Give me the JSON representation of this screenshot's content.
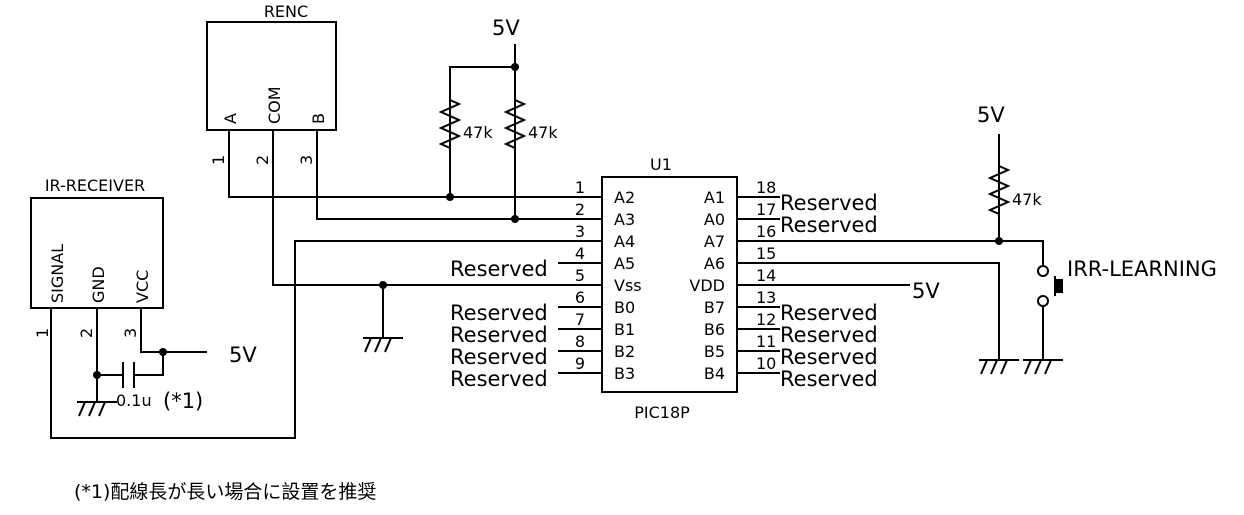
{
  "renc": {
    "ref": "RENC",
    "pins": [
      "A",
      "COM",
      "B"
    ],
    "pin_numbers": [
      "1",
      "2",
      "3"
    ]
  },
  "ir_receiver": {
    "ref": "IR-RECEIVER",
    "pins": [
      "SIGNAL",
      "GND",
      "VCC"
    ],
    "pin_numbers": [
      "1",
      "2",
      "3"
    ]
  },
  "supply_5v": "5V",
  "pullup_value": "47k",
  "capacitor": {
    "value": "0.1u",
    "note_mark": "(*1)"
  },
  "switch_label": "IRR-LEARNING",
  "mcu": {
    "ref": "U1",
    "part": "PIC18P",
    "left_pins": [
      {
        "num": "1",
        "name": "A2"
      },
      {
        "num": "2",
        "name": "A3"
      },
      {
        "num": "3",
        "name": "A4"
      },
      {
        "num": "4",
        "name": "A5"
      },
      {
        "num": "5",
        "name": "Vss"
      },
      {
        "num": "6",
        "name": "B0"
      },
      {
        "num": "7",
        "name": "B1"
      },
      {
        "num": "8",
        "name": "B2"
      },
      {
        "num": "9",
        "name": "B3"
      }
    ],
    "right_pins": [
      {
        "num": "18",
        "name": "A1"
      },
      {
        "num": "17",
        "name": "A0"
      },
      {
        "num": "16",
        "name": "A7"
      },
      {
        "num": "15",
        "name": "A6"
      },
      {
        "num": "14",
        "name": "VDD"
      },
      {
        "num": "13",
        "name": "B7"
      },
      {
        "num": "12",
        "name": "B6"
      },
      {
        "num": "11",
        "name": "B5"
      },
      {
        "num": "10",
        "name": "B4"
      }
    ]
  },
  "reserved_label": "Reserved",
  "footnote": "(*1)配線長が長い場合に設置を推奨"
}
